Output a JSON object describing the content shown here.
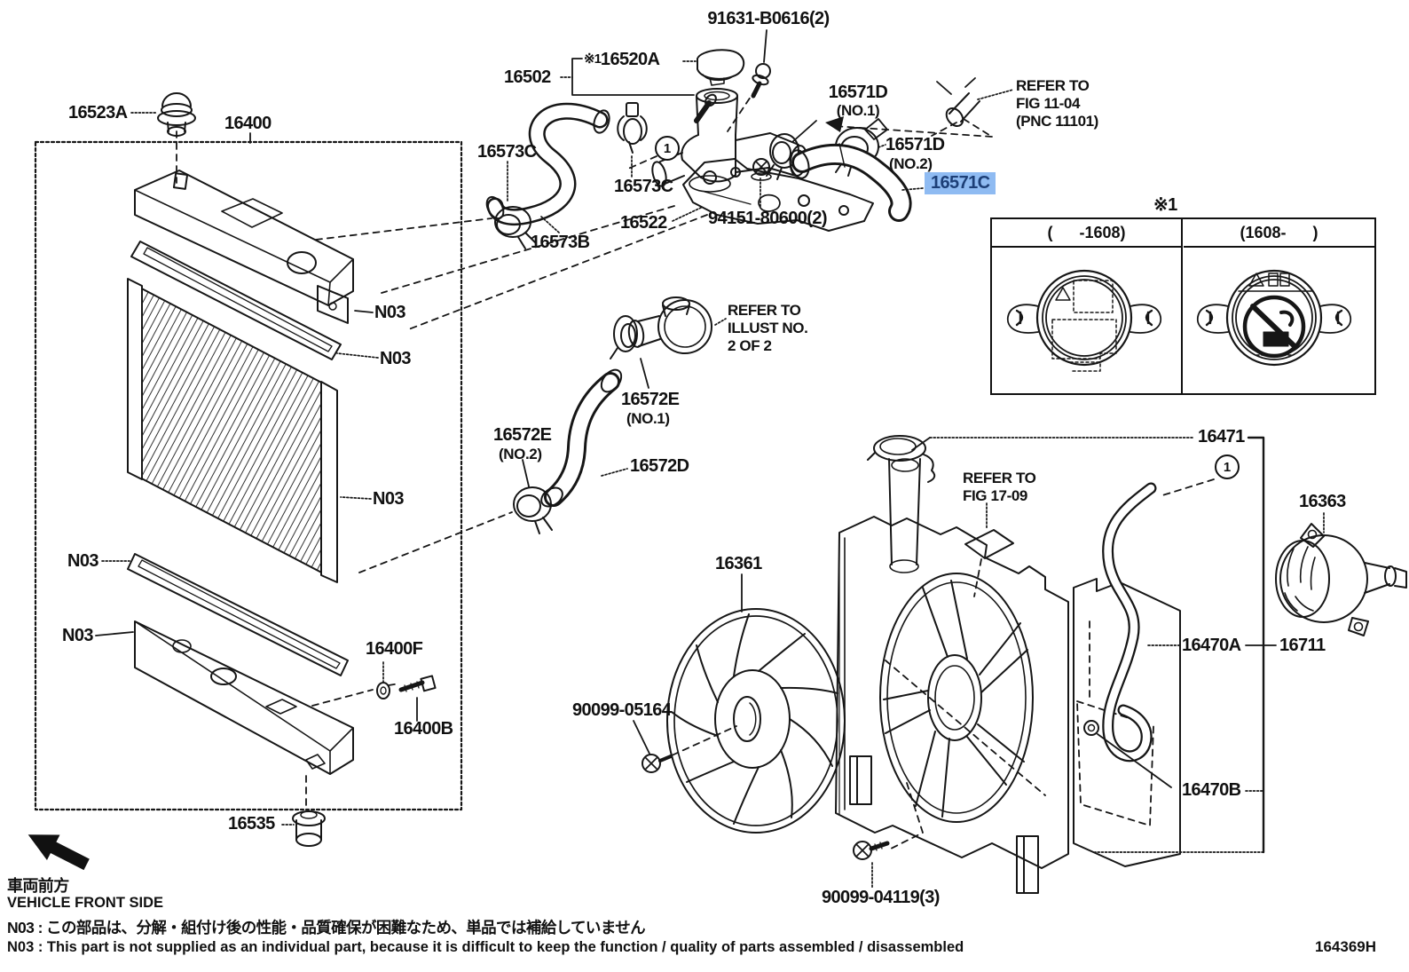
{
  "doc": {
    "drawing_code": "164369H",
    "type": "parts-diagram"
  },
  "highlight": {
    "selected_part": "16571C",
    "bg": "#8fbbf2",
    "fg": "#1d3f77"
  },
  "callouts": {
    "bolt_91631": {
      "text": "91631-B0616(2)"
    },
    "p16502": {
      "text": "16502"
    },
    "p16520a": {
      "prefix": "※1",
      "text": "16520A"
    },
    "p16571d_no1": {
      "text": "16571D",
      "sub": "(NO.1)"
    },
    "refer_fig_11_04": {
      "line1": "REFER TO",
      "line2": "FIG 11-04",
      "line3": "(PNC 11101)"
    },
    "p16571d_no2": {
      "text": "16571D",
      "sub": "(NO.2)"
    },
    "p16571c": {
      "text": "16571C"
    },
    "p16523a": {
      "text": "16523A"
    },
    "p16400": {
      "text": "16400"
    },
    "p16573c_a": {
      "text": "16573C"
    },
    "p16573c_b": {
      "text": "16573C"
    },
    "p16573b": {
      "text": "16573B"
    },
    "p16522": {
      "text": "16522"
    },
    "bolt_94151": {
      "text": "94151-80600(2)"
    },
    "variant_note": {
      "text": "※1"
    },
    "cap_table": {
      "left_header": "(      -1608)",
      "right_header": "(1608-      )"
    },
    "refer_illust": {
      "line1": "REFER TO",
      "line2": "ILLUST NO.",
      "line3": "2 OF 2"
    },
    "p16572e_no1": {
      "text": "16572E",
      "sub": "(NO.1)"
    },
    "p16572e_no2": {
      "text": "16572E",
      "sub": "(NO.2)"
    },
    "p16572d": {
      "text": "16572D"
    },
    "p16471": {
      "text": "16471"
    },
    "p16363": {
      "text": "16363"
    },
    "refer_fig_17_09": {
      "line1": "REFER TO",
      "line2": "FIG 17-09"
    },
    "p16361": {
      "text": "16361"
    },
    "n03": {
      "text": "N03"
    },
    "p16400f": {
      "text": "16400F"
    },
    "p16400b": {
      "text": "16400B"
    },
    "bolt_90099_05164": {
      "text": "90099-05164"
    },
    "p16470a": {
      "text": "16470A"
    },
    "p16711": {
      "text": "16711"
    },
    "p16470b": {
      "text": "16470B"
    },
    "p16535": {
      "text": "16535"
    },
    "bolt_90099_04119": {
      "text": "90099-04119(3)"
    },
    "circle_marker": {
      "text": "1"
    }
  },
  "footer": {
    "front_jp": "車両前方",
    "front_en": "VEHICLE FRONT SIDE",
    "note_jp": "N03 : この部品は、分解・組付け後の性能・品質確保が困難なため、単品では補給していません",
    "note_en": "N03 : This part is not supplied as an individual part, because it is difficult to keep the function / quality of parts assembled / disassembled"
  }
}
